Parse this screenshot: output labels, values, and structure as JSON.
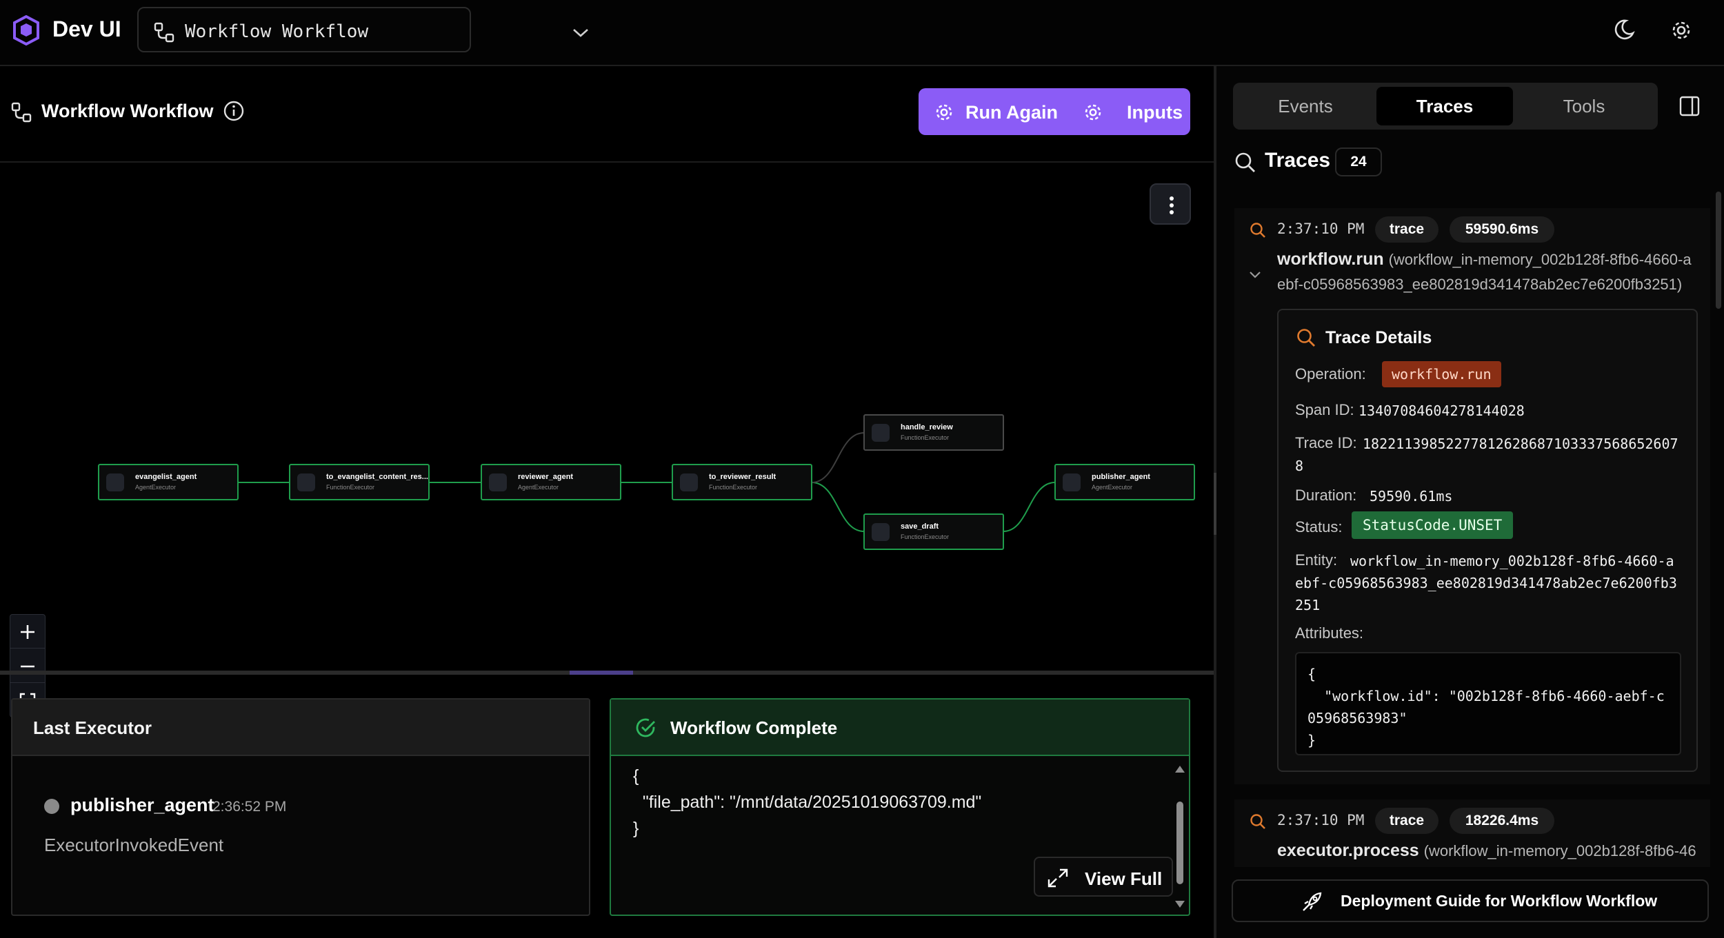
{
  "app": {
    "title": "Dev UI"
  },
  "workflow_select": {
    "value": "Workflow Workflow"
  },
  "header": {
    "title": "Workflow Workflow",
    "run_again_label": "Run Again",
    "inputs_label": "Inputs"
  },
  "graph": {
    "nodes": [
      {
        "label": "evangelist_agent",
        "type": "AgentExecutor"
      },
      {
        "label": "to_evangelist_content_res...",
        "type": "FunctionExecutor"
      },
      {
        "label": "reviewer_agent",
        "type": "AgentExecutor"
      },
      {
        "label": "to_reviewer_result",
        "type": "FunctionExecutor"
      },
      {
        "label": "handle_review",
        "type": "FunctionExecutor"
      },
      {
        "label": "save_draft",
        "type": "FunctionExecutor"
      },
      {
        "label": "publisher_agent",
        "type": "AgentExecutor"
      }
    ]
  },
  "last_executor": {
    "title": "Last Executor",
    "name": "publisher_agent",
    "time": "2:36:52 PM",
    "event": "ExecutorInvokedEvent"
  },
  "workflow_complete": {
    "title": "Workflow Complete",
    "result": "{\n  \"file_path\": \"/mnt/data/20251019063709.md\"\n}",
    "view_full_label": "View Full"
  },
  "right_panel": {
    "tabs": [
      "Events",
      "Traces",
      "Tools"
    ],
    "active_tab": "Traces",
    "traces_title": "Traces",
    "traces_count": "24",
    "traces": [
      {
        "time": "2:37:10 PM",
        "kind": "trace",
        "duration": "59590.6ms",
        "name": "workflow.run",
        "context_line1": "(workflow_in-memory_002b128f-8fb6-4660-a",
        "context_line2": "ebf-c05968563983_ee802819d341478ab2ec7e6200fb3251)"
      },
      {
        "time": "2:37:10 PM",
        "kind": "trace",
        "duration": "18226.4ms",
        "name": "executor.process",
        "context_line1": "(workflow_in-memory_002b128f-8fb6-46"
      }
    ],
    "details": {
      "title": "Trace Details",
      "operation_label": "Operation:",
      "operation": "workflow.run",
      "span_id_label": "Span ID:",
      "span_id": "13407084604278144028",
      "trace_id_label": "Trace ID:",
      "trace_id_line1": "18221139852277812628687103337568652607",
      "trace_id_line2": "8",
      "duration_label": "Duration:",
      "duration": "59590.61ms",
      "status_label": "Status:",
      "status": "StatusCode.UNSET",
      "entity_label": "Entity:",
      "entity_line1": "workflow_in-memory_002b128f-8fb6-4660-a",
      "entity_line2": "ebf-c05968563983_ee802819d341478ab2ec7e6200fb3",
      "entity_line3": "251",
      "attributes_label": "Attributes:",
      "attributes": "{\n  \"workflow.id\": \"002b128f-8fb6-4660-aebf-c\n05968563983\"\n}"
    },
    "deploy_label": "Deployment Guide for Workflow Workflow"
  },
  "colors": {
    "accent": "#8b5cf6",
    "node_border_active": "#1f9d4c",
    "trace_icon": "#e07a2e",
    "operation_pill": "#8a2e14",
    "status_pill": "#1f6b38"
  }
}
